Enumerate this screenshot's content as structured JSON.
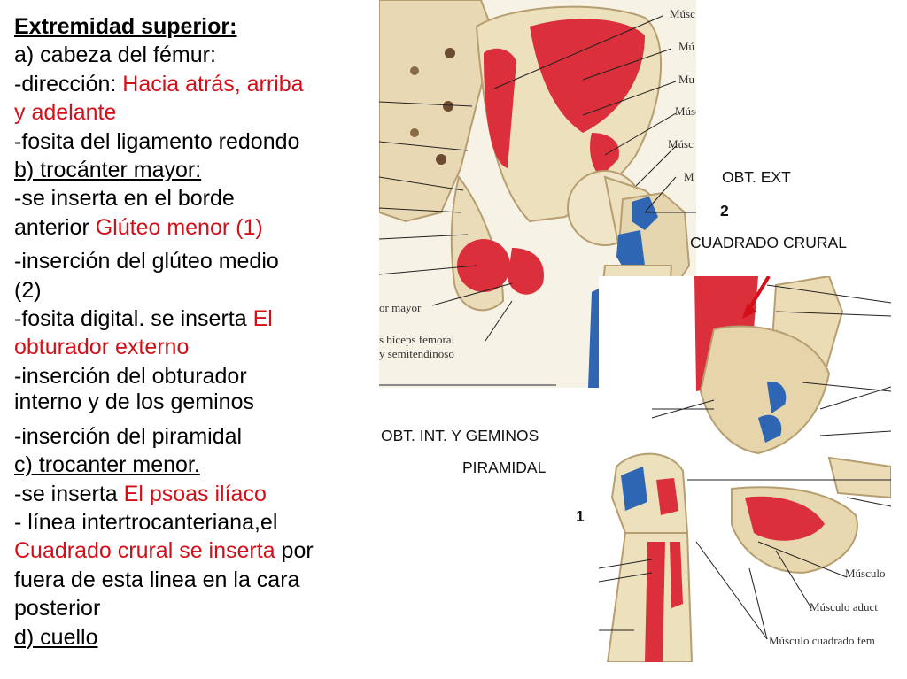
{
  "text": {
    "l1": "Extremidad superior:",
    "l2": "a) cabeza del fémur:",
    "l3a": "-dirección: ",
    "l3b": "Hacia atrás, arriba",
    "l4": "y adelante",
    "l5": "-fosita   del ligamento redondo",
    "l6": "b) trocánter mayor:",
    "l7": "-se inserta en el borde",
    "l8a": "anterior ",
    "l8b": "Glúteo menor (1)",
    "l9": "-inserción del glúteo medio",
    "l10": "(2)",
    "l11a": "-fosita digital. se inserta   ",
    "l11b": "El",
    "l12": "obturador externo",
    "l13": "-inserción del obturador",
    "l14": "interno y de los geminos",
    "l15": "-inserción del piramidal",
    "l16": "c) trocanter menor.",
    "l17a": "-se inserta ",
    "l17b": "El psoas ilíaco",
    "l18": "- línea intertrocanteriana,el",
    "l19a": "Cuadrado crural se inserta",
    "l19b": " por",
    "l20": "fuera de esta linea en la cara",
    "l21": "posterior",
    "l22": "d) cuello"
  },
  "labels": {
    "obt_ext": "OBT. EXT",
    "num2": "2",
    "cuadrado": "CUADRADO CRURAL",
    "obt_int": "OBT. INT. Y GEMINOS",
    "piramidal": "PIRAMIDAL",
    "num1": "1"
  },
  "figure_top": {
    "captions": [
      "Músc",
      "Mú",
      "Mu",
      "Músc",
      "Músc",
      "M",
      "or mayor",
      "s bíceps femoral",
      "y semitendinoso"
    ]
  },
  "figure_bottom": {
    "captions": [
      "Músculo",
      "Músculo aduct",
      "Músculo cuadrado fem"
    ]
  },
  "colors": {
    "muscle_red": "#dc2f3c",
    "bone": "#eee2c4",
    "bone_shadow": "#c9b38a",
    "insertion_blue": "#2e66b3",
    "text_red": "#d50f18"
  }
}
